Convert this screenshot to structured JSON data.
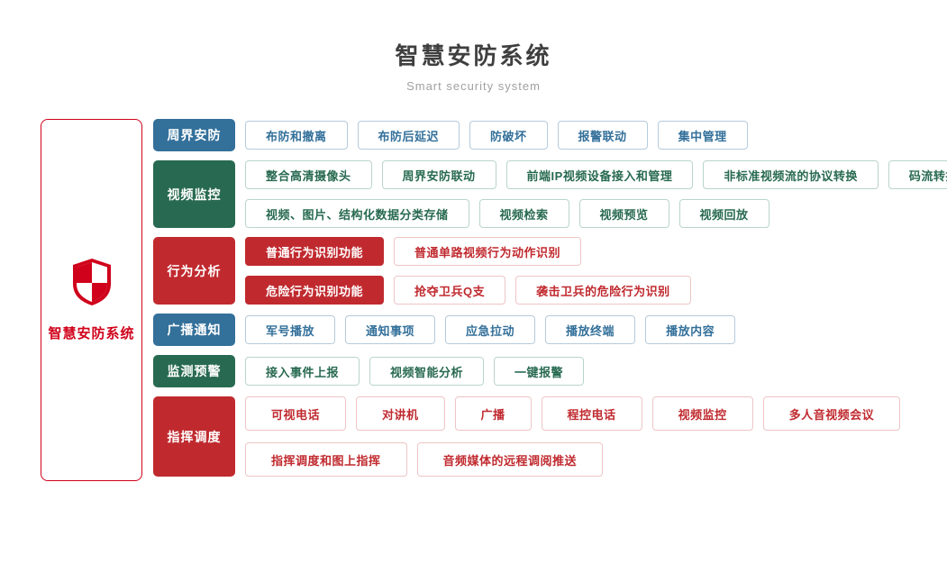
{
  "header": {
    "title": "智慧安防系统",
    "subtitle": "Smart security system"
  },
  "legend_panel": {
    "icon": "shield-icon",
    "label": "智慧安防系统"
  },
  "colors": {
    "blue": "#33709a",
    "blue_border": "#b5cbdc",
    "green": "#286a51",
    "green_border": "#b9d5c9",
    "red": "#c02a2f",
    "red_border": "#eec5c6",
    "brand_red": "#d0021b",
    "title_ink": "#3f3f3f",
    "subtitle_gray": "#a0a0a0"
  },
  "sections": [
    {
      "id": "perimeter-security",
      "label": "周界安防",
      "color": "blue",
      "rows": [
        [
          "布防和撤离",
          "布防后延迟",
          "防破坏",
          "报警联动",
          "集中管理"
        ]
      ]
    },
    {
      "id": "video-surveillance",
      "label": "视频监控",
      "color": "green",
      "rows": [
        [
          "整合高清摄像头",
          "周界安防联动",
          "前端IP视频设备接入和管理",
          "非标准视频流的协议转换",
          "码流转换和接口转换"
        ],
        [
          "视频、图片、结构化数据分类存储",
          "视频检索",
          "视频预览",
          "视频回放"
        ]
      ]
    },
    {
      "id": "behavior-analysis",
      "label": "行为分析",
      "color": "red",
      "rows": [
        [
          {
            "label": "普通行为识别功能",
            "solid": true
          },
          {
            "label": "普通单路视频行为动作识别"
          }
        ],
        [
          {
            "label": "危险行为识别功能",
            "solid": true
          },
          {
            "label": "抢夺卫兵Q支"
          },
          {
            "label": "袭击卫兵的危险行为识别"
          }
        ]
      ]
    },
    {
      "id": "broadcast-notice",
      "label": "广播通知",
      "color": "blue",
      "rows": [
        [
          "军号播放",
          "通知事项",
          "应急拉动",
          "播放终端",
          "播放内容"
        ]
      ]
    },
    {
      "id": "monitoring-warning",
      "label": "监测预警",
      "color": "green",
      "rows": [
        [
          "接入事件上报",
          "视频智能分析",
          "一键报警"
        ]
      ]
    },
    {
      "id": "command-dispatch",
      "label": "指挥调度",
      "color": "red",
      "tall": true,
      "rows": [
        [
          "可视电话",
          "对讲机",
          "广播",
          "程控电话",
          "视频监控",
          "多人音视频会议"
        ],
        [
          "指挥调度和图上指挥",
          "音频媒体的远程调阅推送"
        ]
      ]
    }
  ]
}
